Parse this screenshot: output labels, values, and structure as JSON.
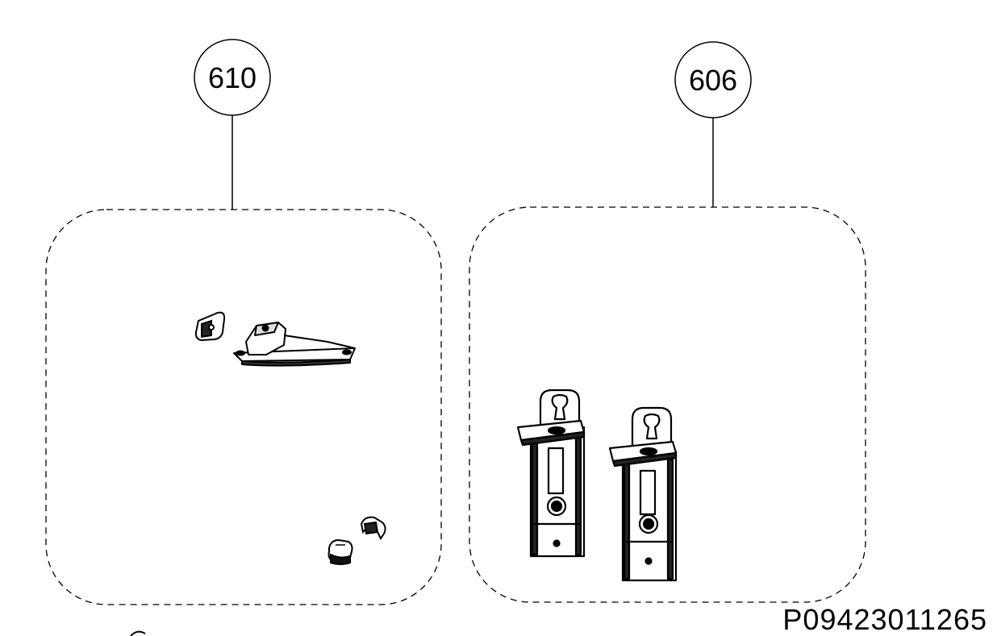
{
  "callouts": [
    {
      "id": "610",
      "label": "610"
    },
    {
      "id": "606",
      "label": "606"
    }
  ],
  "reference_code": "P09423011265",
  "colors": {
    "line": "#000000",
    "background": "#ffffff"
  }
}
